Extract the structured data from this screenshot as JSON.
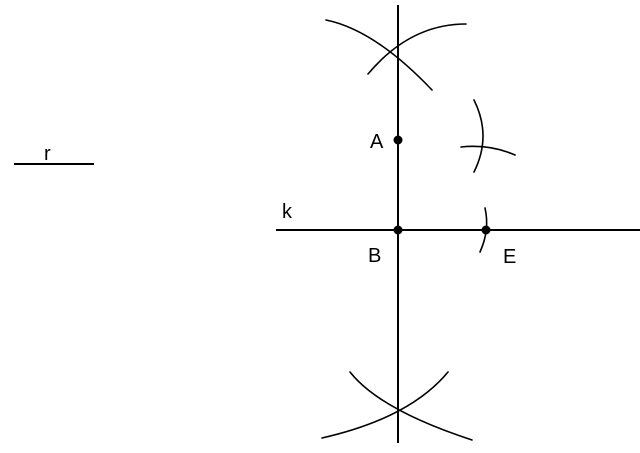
{
  "labels": {
    "segment": "r",
    "line": "k",
    "point_a": "A",
    "point_b": "B",
    "point_e": "E"
  },
  "colors": {
    "stroke": "#000000",
    "background": "#ffffff"
  }
}
